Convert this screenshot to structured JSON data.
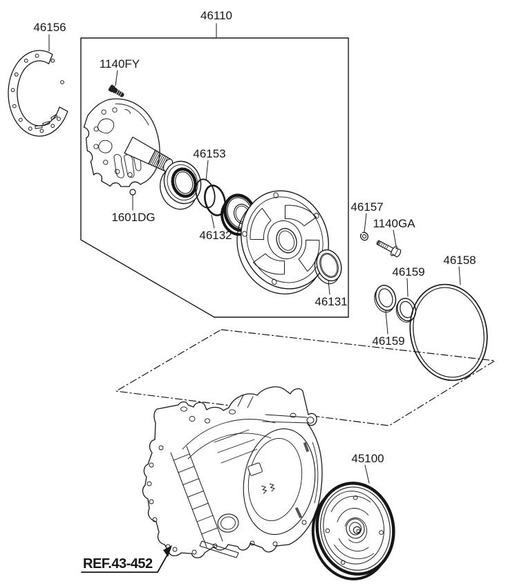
{
  "diagram": {
    "background": "#ffffff",
    "line_color": "#161616",
    "callouts": {
      "p46156": "46156",
      "p46110": "46110",
      "p1140fy": "1140FY",
      "p46153": "46153",
      "p1601dg": "1601DG",
      "p46132": "46132",
      "p46131": "46131",
      "p46157": "46157",
      "p1140ga": "1140GA",
      "p46159_upper": "46159",
      "p46159_lower": "46159",
      "p46158": "46158",
      "p45100": "45100",
      "ref_callout": "REF.43-452"
    }
  }
}
